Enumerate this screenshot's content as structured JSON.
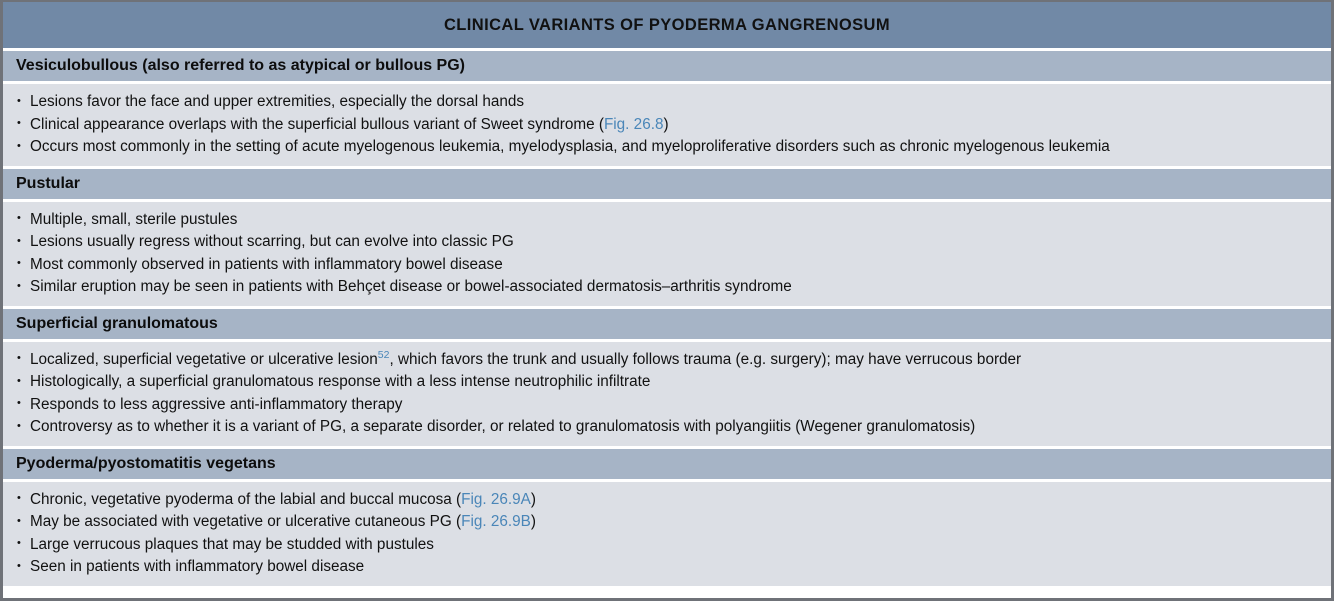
{
  "table": {
    "title": "CLINICAL VARIANTS OF PYODERMA GANGRENOSUM",
    "colors": {
      "title_band": "#7189a6",
      "section_band": "#a6b4c6",
      "body_background": "#dcdfe5",
      "border": "#6f7278",
      "figure_reference_link": "#4a86b8",
      "text": "#111111"
    },
    "sections": [
      {
        "heading": "Vesiculobullous (also referred to as atypical or bullous PG)",
        "bullets": [
          {
            "parts": [
              {
                "type": "text",
                "value": "Lesions favor the face and upper extremities, especially the dorsal hands"
              }
            ]
          },
          {
            "parts": [
              {
                "type": "text",
                "value": "Clinical appearance overlaps with the superficial bullous variant of Sweet syndrome ("
              },
              {
                "type": "figref",
                "value": "Fig. 26.8"
              },
              {
                "type": "text",
                "value": ")"
              }
            ]
          },
          {
            "parts": [
              {
                "type": "text",
                "value": "Occurs most commonly in the setting of acute myelogenous leukemia, myelodysplasia, and myeloproliferative disorders such as chronic myelogenous leukemia"
              }
            ]
          }
        ]
      },
      {
        "heading": "Pustular",
        "bullets": [
          {
            "parts": [
              {
                "type": "text",
                "value": "Multiple, small, sterile pustules"
              }
            ]
          },
          {
            "parts": [
              {
                "type": "text",
                "value": "Lesions usually regress without scarring, but can evolve into classic PG"
              }
            ]
          },
          {
            "parts": [
              {
                "type": "text",
                "value": "Most commonly observed in patients with inflammatory bowel disease"
              }
            ]
          },
          {
            "parts": [
              {
                "type": "text",
                "value": "Similar eruption may be seen in patients with Behçet disease or bowel-associated dermatosis–arthritis syndrome"
              }
            ]
          }
        ]
      },
      {
        "heading": "Superficial granulomatous",
        "bullets": [
          {
            "parts": [
              {
                "type": "text",
                "value": "Localized, superficial vegetative or ulcerative lesion"
              },
              {
                "type": "sup",
                "value": "52"
              },
              {
                "type": "text",
                "value": ", which favors the trunk and usually follows trauma (e.g. surgery); may have verrucous border"
              }
            ]
          },
          {
            "parts": [
              {
                "type": "text",
                "value": "Histologically, a superficial granulomatous response with a less intense neutrophilic infiltrate"
              }
            ]
          },
          {
            "parts": [
              {
                "type": "text",
                "value": "Responds to less aggressive anti-inflammatory therapy"
              }
            ]
          },
          {
            "parts": [
              {
                "type": "text",
                "value": "Controversy as to whether it is a variant of PG, a separate disorder, or related to granulomatosis with polyangiitis (Wegener granulomatosis)"
              }
            ]
          }
        ]
      },
      {
        "heading": "Pyoderma/pyostomatitis vegetans",
        "bullets": [
          {
            "parts": [
              {
                "type": "text",
                "value": "Chronic, vegetative pyoderma of the labial and buccal mucosa ("
              },
              {
                "type": "figref",
                "value": "Fig. 26.9A"
              },
              {
                "type": "text",
                "value": ")"
              }
            ]
          },
          {
            "parts": [
              {
                "type": "text",
                "value": "May be associated with vegetative or ulcerative cutaneous PG ("
              },
              {
                "type": "figref",
                "value": "Fig. 26.9B"
              },
              {
                "type": "text",
                "value": ")"
              }
            ]
          },
          {
            "parts": [
              {
                "type": "text",
                "value": "Large verrucous plaques that may be studded with pustules"
              }
            ]
          },
          {
            "parts": [
              {
                "type": "text",
                "value": "Seen in patients with inflammatory bowel disease"
              }
            ]
          }
        ]
      }
    ]
  }
}
